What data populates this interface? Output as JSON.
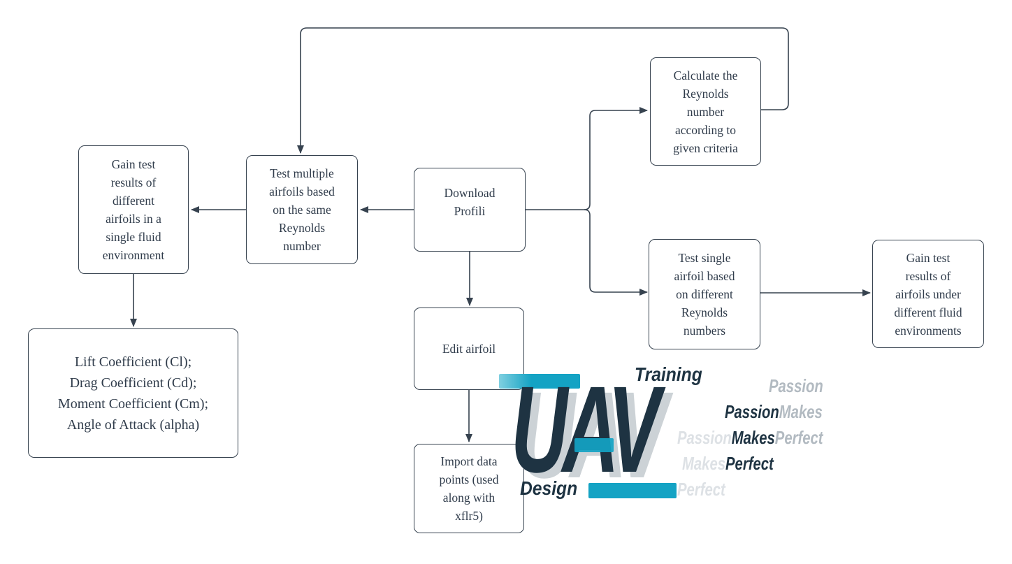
{
  "canvas": {
    "background": "#ffffff"
  },
  "palette": {
    "connector_line": "#36424f",
    "box_border": "#36424f",
    "box_text": "#303c4b",
    "logo_navy": "#1e3342",
    "logo_shadow_gray": "#ccd2d6",
    "teal_accent": "#14a3c4",
    "slogan_mid_gray": "#b2bac1",
    "slogan_light_gray": "#dde1e5"
  },
  "flowchart": {
    "nodes": [
      {
        "id": "calc-reynolds",
        "label": "Calculate the Reynolds number according to given criteria",
        "lines": [
          "Calculate the",
          "Reynolds",
          "number",
          "according to",
          "given criteria"
        ]
      },
      {
        "id": "gain-single-fluid",
        "label": "Gain test results of different airfoils in a single fluid environment",
        "lines": [
          "Gain test",
          "results of",
          "different",
          "airfoils in a",
          "single fluid",
          "environment"
        ]
      },
      {
        "id": "test-multiple",
        "label": "Test multiple airfoils based on the same Reynolds number",
        "lines": [
          "Test multiple",
          "airfoils based",
          "on the same",
          "Reynolds",
          "number"
        ]
      },
      {
        "id": "download-profili",
        "label": "Download Profili",
        "lines": [
          "Download",
          "Profili"
        ]
      },
      {
        "id": "test-single",
        "label": "Test single airfoil based on different Reynolds numbers",
        "lines": [
          "Test single",
          "airfoil based",
          "on different",
          "Reynolds",
          "numbers"
        ]
      },
      {
        "id": "gain-different-fluid",
        "label": "Gain test results of airfoils under different fluid environments",
        "lines": [
          "Gain test",
          "results of",
          "airfoils under",
          "different fluid",
          "environments"
        ]
      },
      {
        "id": "coefficients",
        "label": "Lift Coefficient (Cl); Drag Coefficient (Cd); Moment Coefficient (Cm); Angle of Attack (alpha)",
        "lines": [
          "Lift Coefficient (Cl);",
          "Drag Coefficient (Cd);",
          "Moment Coefficient (Cm);",
          "Angle of Attack (alpha)"
        ]
      },
      {
        "id": "edit-airfoil",
        "label": "Edit airfoil",
        "lines": [
          "Edit airfoil"
        ]
      },
      {
        "id": "import-data-points",
        "label": "Import data points (used along with xflr5)",
        "lines": [
          "Import data",
          "points (used",
          "along with",
          "xflr5)"
        ]
      }
    ]
  },
  "watermark": {
    "brand": "UAV",
    "word_top": "Training",
    "word_bottom": "Design",
    "slogan_lines": [
      {
        "segments": [
          {
            "text": "Passion",
            "tone": "mid"
          }
        ]
      },
      {
        "segments": [
          {
            "text": "Passion",
            "tone": "dark"
          },
          {
            "text": "Makes",
            "tone": "mid"
          }
        ]
      },
      {
        "segments": [
          {
            "text": "Passion",
            "tone": "light"
          },
          {
            "text": "Makes",
            "tone": "dark"
          },
          {
            "text": "Perfect",
            "tone": "mid"
          }
        ]
      },
      {
        "segments": [
          {
            "text": "Makes",
            "tone": "light"
          },
          {
            "text": "Perfect",
            "tone": "dark"
          }
        ]
      },
      {
        "segments": [
          {
            "text": "Perfect",
            "tone": "light"
          }
        ]
      }
    ]
  }
}
